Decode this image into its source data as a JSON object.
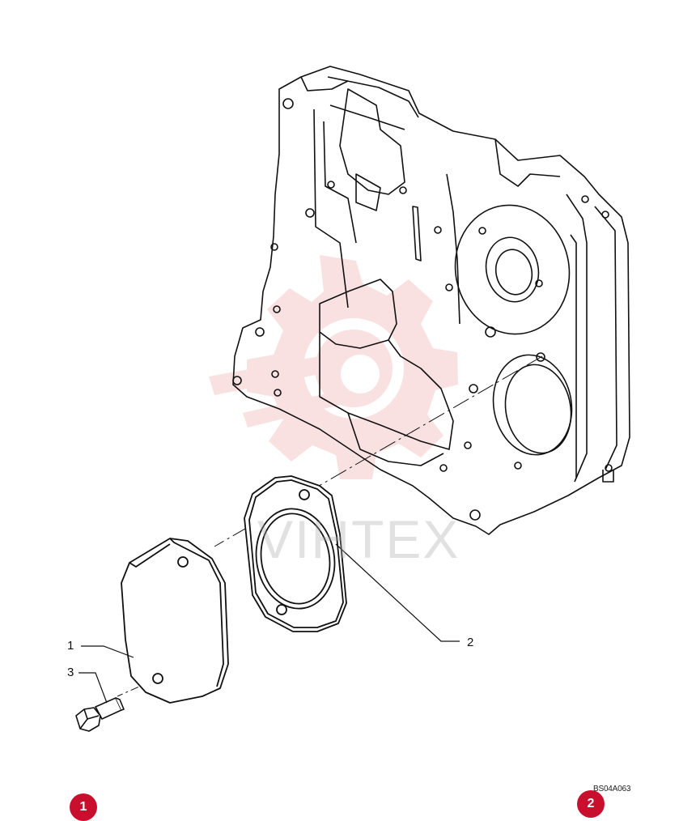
{
  "diagram": {
    "callouts": [
      {
        "id": "1",
        "label": "1"
      },
      {
        "id": "2",
        "label": "2"
      },
      {
        "id": "3",
        "label": "3"
      }
    ],
    "reference_code": "BS04A063",
    "watermark_text": "VIHTEX",
    "page_badges": [
      "1",
      "2"
    ],
    "colors": {
      "line": "#111111",
      "watermark": "#f2b8b8",
      "badge": "#c8102e"
    }
  }
}
